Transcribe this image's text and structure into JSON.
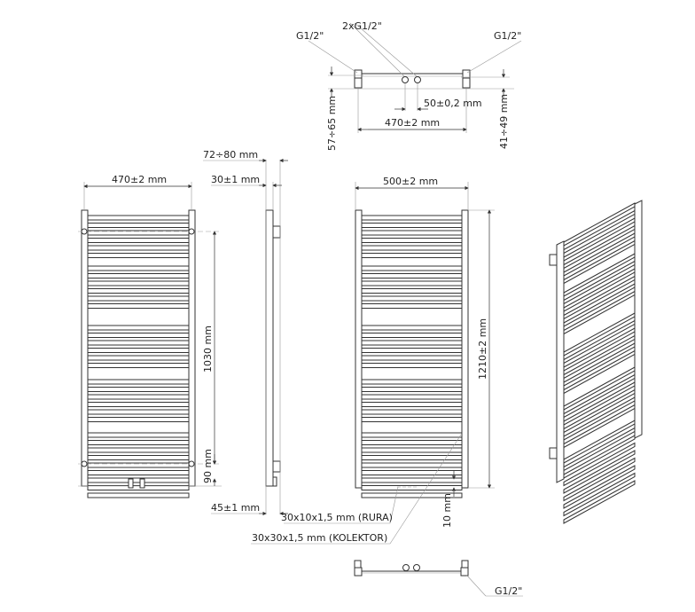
{
  "top_view": {
    "conn_left": "G1/2\"",
    "conn_middle": "2xG1/2\"",
    "conn_right": "G1/2\"",
    "depth_left": "57÷65 mm",
    "spacing": "50±0,2 mm",
    "width": "470±2 mm",
    "depth_right": "41÷49 mm"
  },
  "front_view": {
    "mount_width": "470±2 mm",
    "mount_height": "1030 mm",
    "bottom_offset": "90 mm"
  },
  "side_view": {
    "wall_distance": "72÷80 mm",
    "collector_depth": "30±1 mm",
    "pipe_offset": "45±1 mm"
  },
  "rear_view": {
    "width": "500±2 mm",
    "height": "1210±2 mm",
    "bottom_gap": "10 mm",
    "tube_spec": "30x10x1,5 mm (RURA)",
    "collector_spec": "30x30x1,5 mm (KOLEKTOR)"
  },
  "bottom_view": {
    "conn": "G1/2\""
  },
  "colors": {
    "line": "#333333",
    "thin": "#999999"
  }
}
